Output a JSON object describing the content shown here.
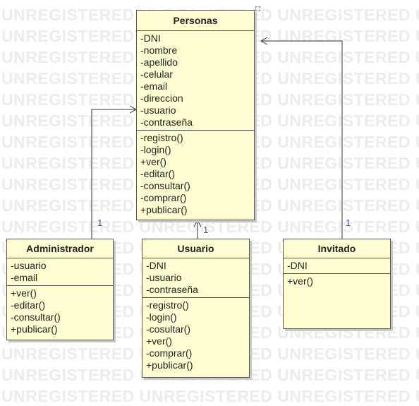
{
  "watermark": "UNREGISTERED UNREGISTERED UNREGISTERED UNREGISTERED",
  "classes": {
    "personas": {
      "name": "Personas",
      "attributes": [
        "-DNI",
        "-nombre",
        "-apellido",
        "-celular",
        "-email",
        "-direccion",
        "-usuario",
        "-contraseña"
      ],
      "methods": [
        "-registro()",
        "-login()",
        "+ver()",
        "-editar()",
        "-consultar()",
        "-comprar()",
        "+publicar()"
      ]
    },
    "administrador": {
      "name": "Administrador",
      "attributes": [
        "-usuario",
        "-email"
      ],
      "methods": [
        "+ver()",
        "-editar()",
        "-consultar()",
        "+publicar()"
      ]
    },
    "usuario": {
      "name": "Usuario",
      "attributes": [
        "-DNI",
        "-usuario",
        "-contraseña"
      ],
      "methods": [
        "-registro()",
        "-login()",
        "-cosultar()",
        "+ver()",
        "-comprar()",
        "+publicar()"
      ]
    },
    "invitado": {
      "name": "Invitado",
      "attributes": [
        "-DNI"
      ],
      "methods": [
        "+ver()"
      ]
    }
  },
  "multiplicities": {
    "administrador": "1",
    "usuario": "1",
    "invitado": "1"
  },
  "colors": {
    "class_fill": "#fffed2",
    "class_border": "#555555",
    "multiplicity": "#3a4ec2",
    "edge": "#333333"
  }
}
